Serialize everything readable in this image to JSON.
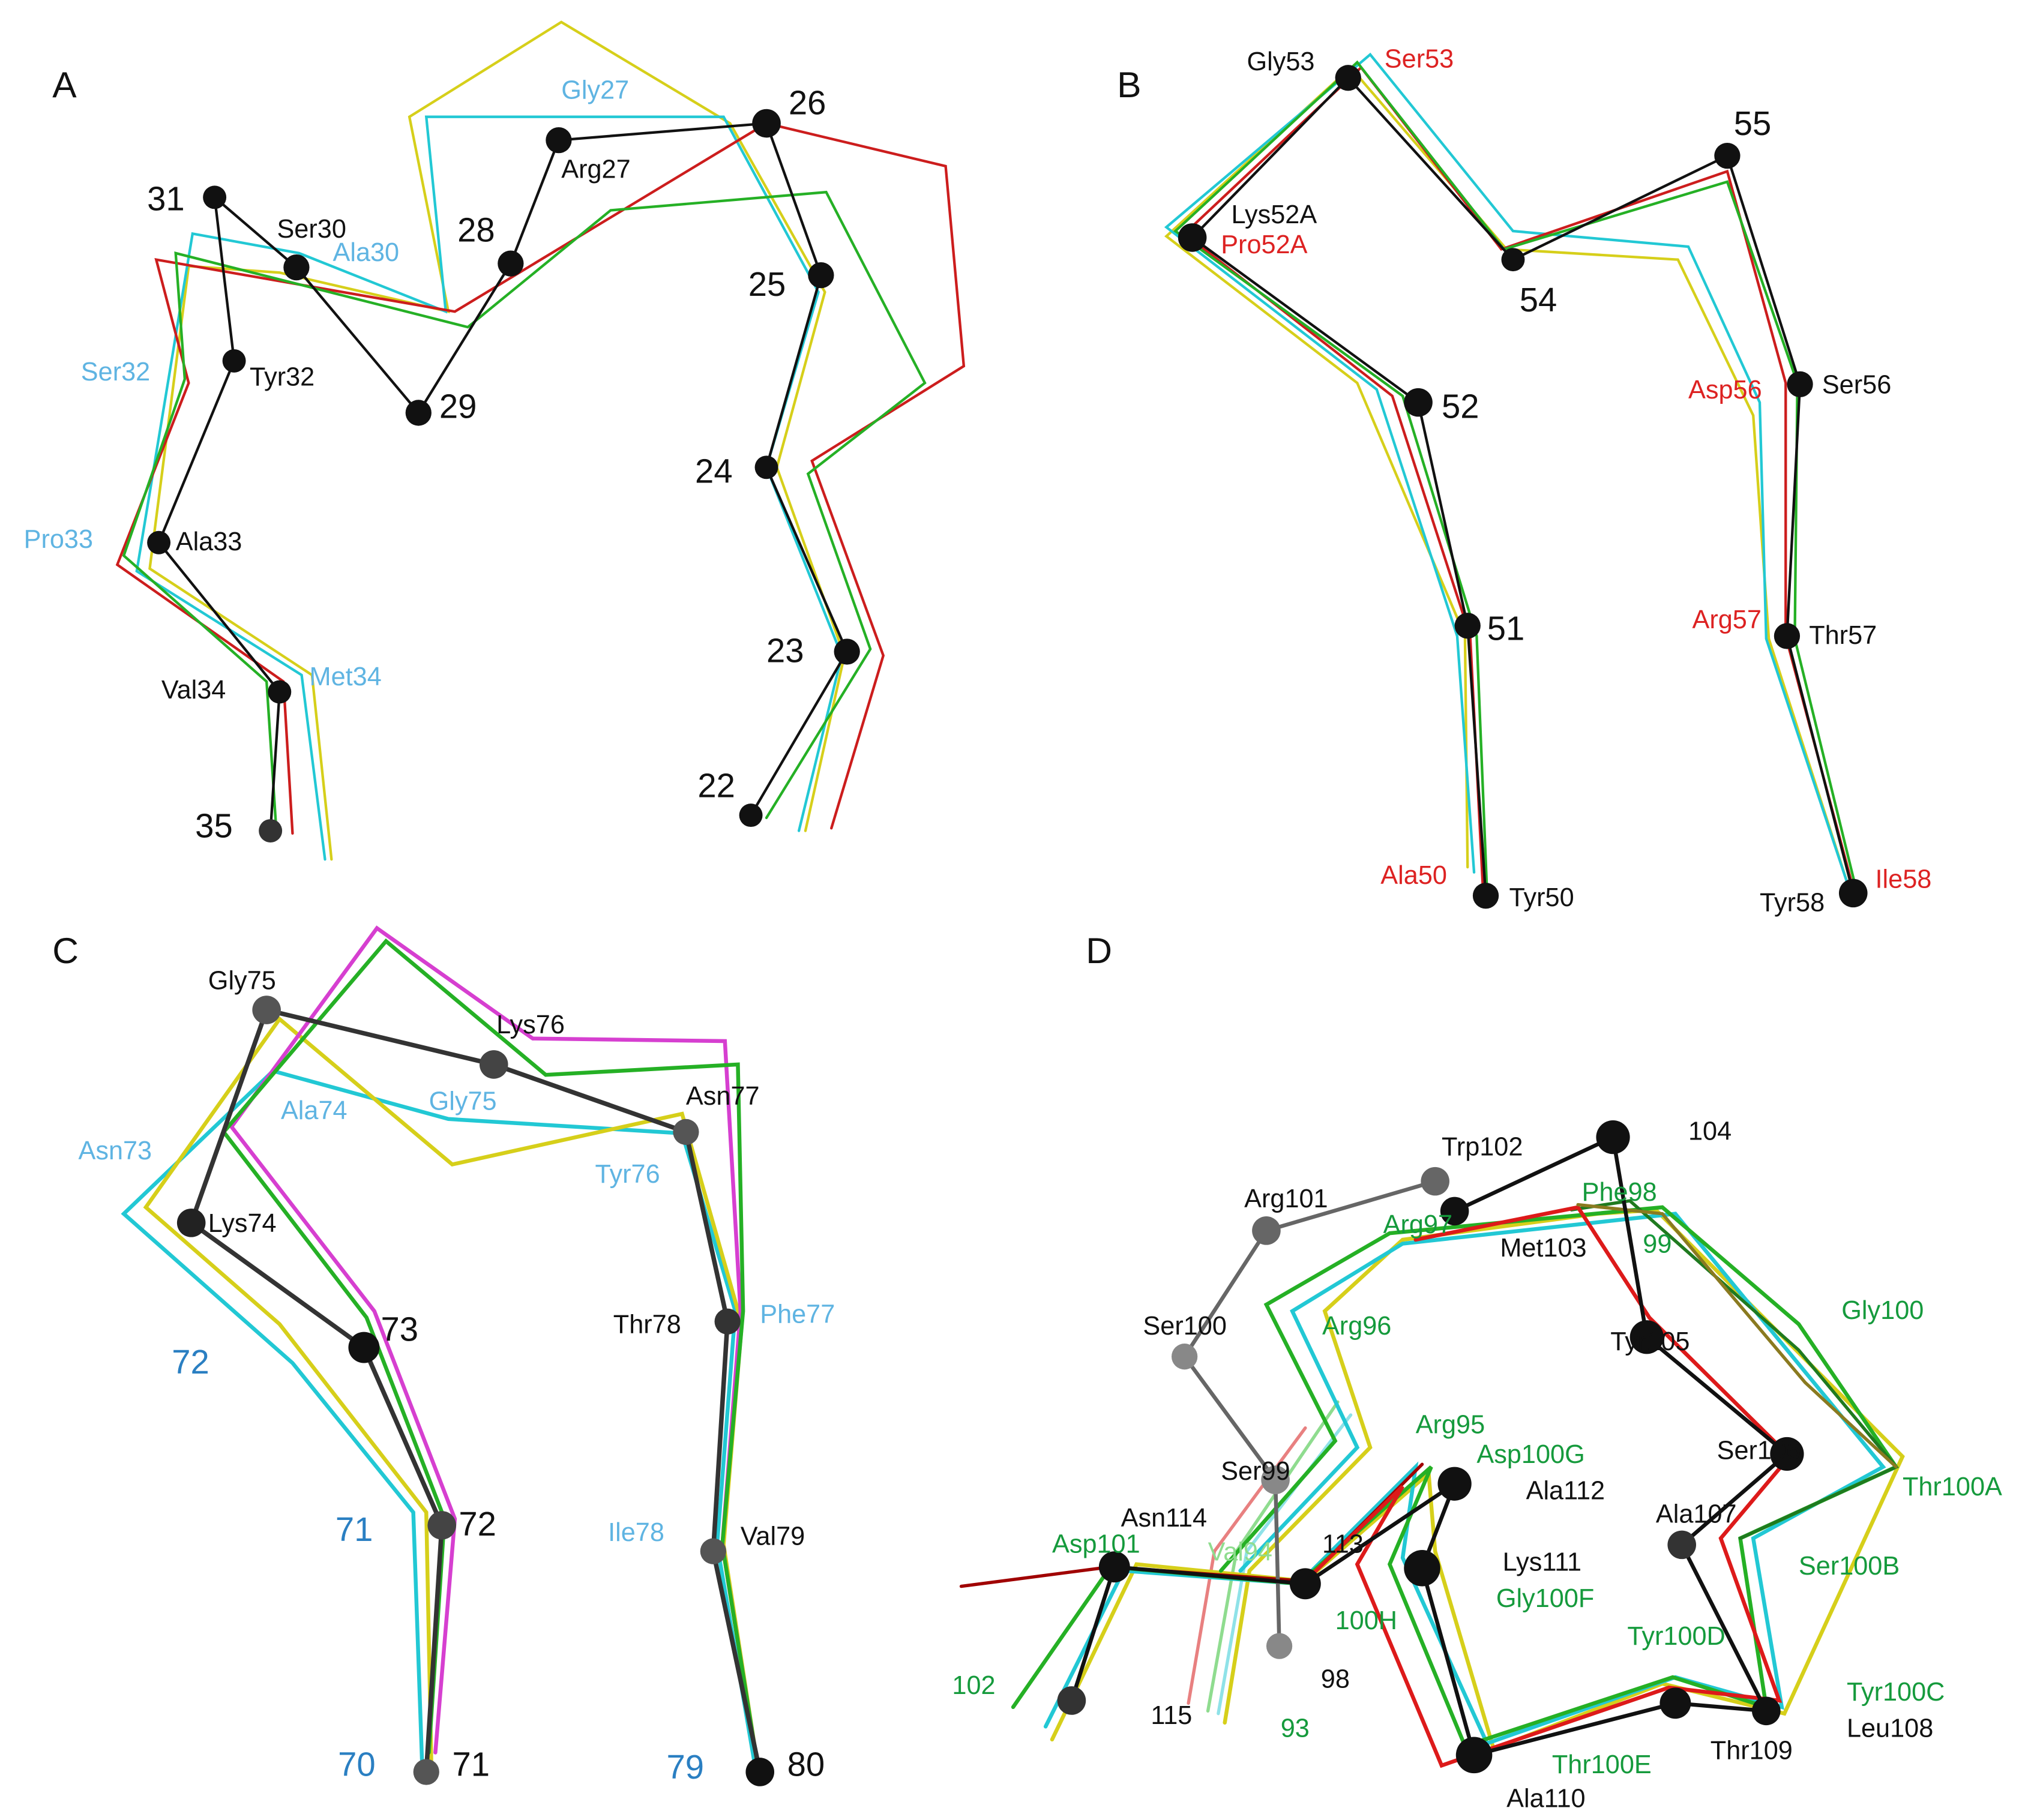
{
  "colors": {
    "black": "#111111",
    "cyan": "#22c8d4",
    "yellow": "#d6cf1a",
    "red": "#cc1d1d",
    "green": "#25b025",
    "magenta": "#d63fd0",
    "label_cyan": "#5fb4e2",
    "label_red": "#dd2222",
    "label_green": "#159a3c",
    "label_blue": "#2a7fc2",
    "label_black": "#111111"
  },
  "panels": [
    {
      "id": "A",
      "letter": "A",
      "labels": [
        "31",
        "Ser30",
        "Ala30",
        "Gly27",
        "26",
        "Arg27",
        "28",
        "25",
        "Ser32",
        "Tyr32",
        "29",
        "24",
        "Pro33",
        "Ala33",
        "Val34",
        "Met34",
        "23",
        "22",
        "35"
      ]
    },
    {
      "id": "B",
      "letter": "B",
      "labels": [
        "Gly53",
        "Ser53",
        "55",
        "Lys52A",
        "Pro52A",
        "54",
        "Asp56",
        "Ser56",
        "52",
        "51",
        "Arg57",
        "Thr57",
        "Ala50",
        "Tyr50",
        "Tyr58",
        "Ile58"
      ]
    },
    {
      "id": "C",
      "letter": "C",
      "labels": [
        "Gly75",
        "Lys76",
        "Asn77",
        "Ala74",
        "Gly75",
        "Asn73",
        "Tyr76",
        "Lys74",
        "73",
        "Thr78",
        "Phe77",
        "72",
        "72",
        "71",
        "Ile78",
        "Val79",
        "70",
        "71",
        "79",
        "80"
      ]
    },
    {
      "id": "D",
      "letter": "D",
      "labels": [
        "104",
        "Trp102",
        "Arg101",
        "Phe98",
        "Arg97",
        "Met103",
        "99",
        "Gly100",
        "Ser100",
        "Arg96",
        "Tyr105",
        "Arg95",
        "Ser99",
        "Asp100G",
        "Ala112",
        "Ser106",
        "Thr100A",
        "Asn114",
        "Ala107",
        "Asp101",
        "Val94",
        "113",
        "Lys111",
        "Ser100B",
        "100H",
        "Gly100F",
        "Tyr100D",
        "Tyr100C",
        "102",
        "98",
        "115",
        "93",
        "Leu108",
        "Thr109",
        "Thr100E",
        "Ala110"
      ]
    }
  ]
}
